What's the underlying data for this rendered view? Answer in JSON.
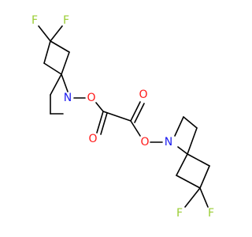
{
  "colors": {
    "bond": "#000000",
    "fluorine": "#9acd32",
    "nitrogen": "#1c1cf0",
    "oxygen": "#ff1a1a",
    "background": "#ffffff"
  },
  "atoms": {
    "f_top_left": "F",
    "f_top_right": "F",
    "n_upper": "N",
    "o_ester_upper": "O",
    "o_carbonyl_upper": "O",
    "o_carbonyl_lower": "O",
    "o_ester_lower": "O",
    "n_lower": "N",
    "f_bottom_left": "F",
    "f_bottom_right": "F"
  }
}
